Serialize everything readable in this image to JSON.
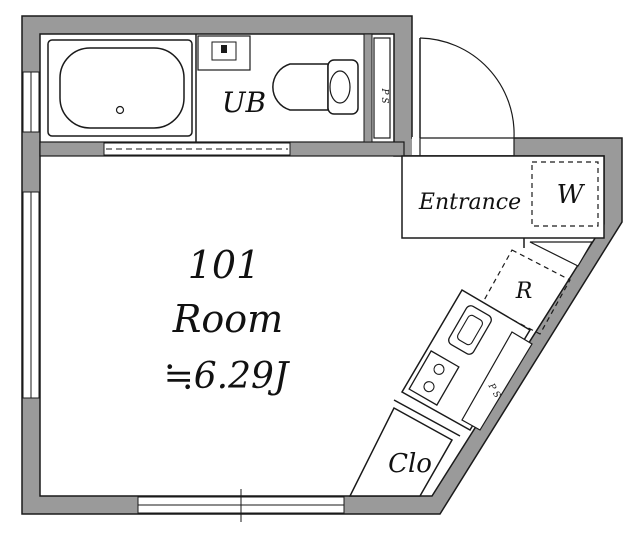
{
  "room": {
    "number": "101",
    "name": "Room",
    "area": "≒6.29J"
  },
  "labels": {
    "unit_bath": "UB",
    "pipe_space_top": "P S",
    "pipe_space_kitchen": "P S",
    "entrance": "Entrance",
    "washer": "W",
    "refrigerator": "R",
    "closet": "Clo"
  },
  "colors": {
    "wall_fill": "#9a9a9a",
    "wall_stroke": "#1a1a1a",
    "floor": "#ffffff",
    "line": "#1a1a1a"
  }
}
